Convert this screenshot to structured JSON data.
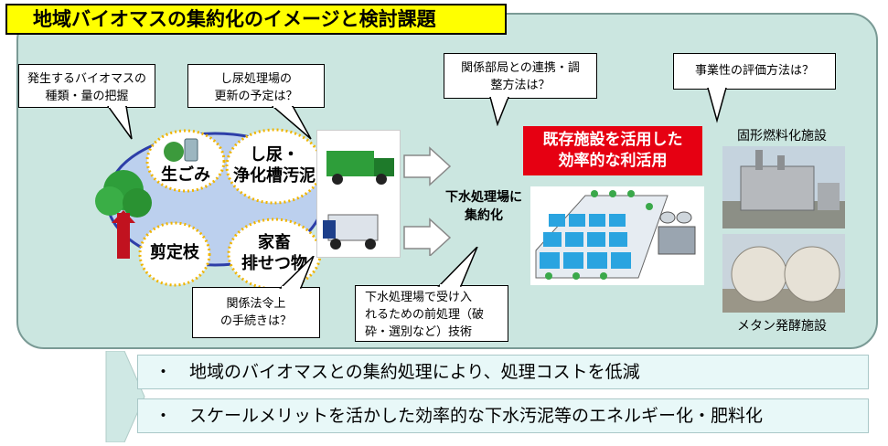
{
  "title": "地域バイオマスの集約化のイメージと検討課題",
  "callouts": {
    "biomass": [
      "発生するバイオマスの",
      "種類・量の把握"
    ],
    "shinyo": [
      "し尿処理場の",
      "更新の予定は？"
    ],
    "dept": [
      "関係部局との連携・調",
      "整方法は？"
    ],
    "evaluation": "事業性の評価方法は？",
    "law": [
      "関係法令上",
      "の手続きは？"
    ],
    "pretreat": [
      "下水処理場で受け入",
      "れるための前処理（破",
      "砕・選別など）技術"
    ]
  },
  "bubbles": {
    "namagomi": "生ごみ",
    "shinyo_sludge": [
      "し尿・",
      "浄化槽汚泥"
    ],
    "sentei": "剪定枝",
    "kachiku": [
      "家畜",
      "排せつ物"
    ]
  },
  "center_label": [
    "下水処理場に",
    "集約化"
  ],
  "red_box": [
    "既存施設を活用した",
    "効率的な利活用"
  ],
  "facility_labels": {
    "solid_fuel": "固形燃料化施設",
    "methane": "メタン発酵施設"
  },
  "bottom_points": [
    "・　地域のバイオマスとの集約処理により、処理コストを低減",
    "・　スケールメリットを活かした効率的な下水汚泥等のエネルギー化・肥料化"
  ],
  "colors": {
    "panel": "#cbe6e0",
    "title_bg": "#ffff00",
    "red_box": "#e60012",
    "bubble_fill": "#ffffff",
    "bubble_border": "#f0b400",
    "ellipse": "#bcd0ee"
  }
}
